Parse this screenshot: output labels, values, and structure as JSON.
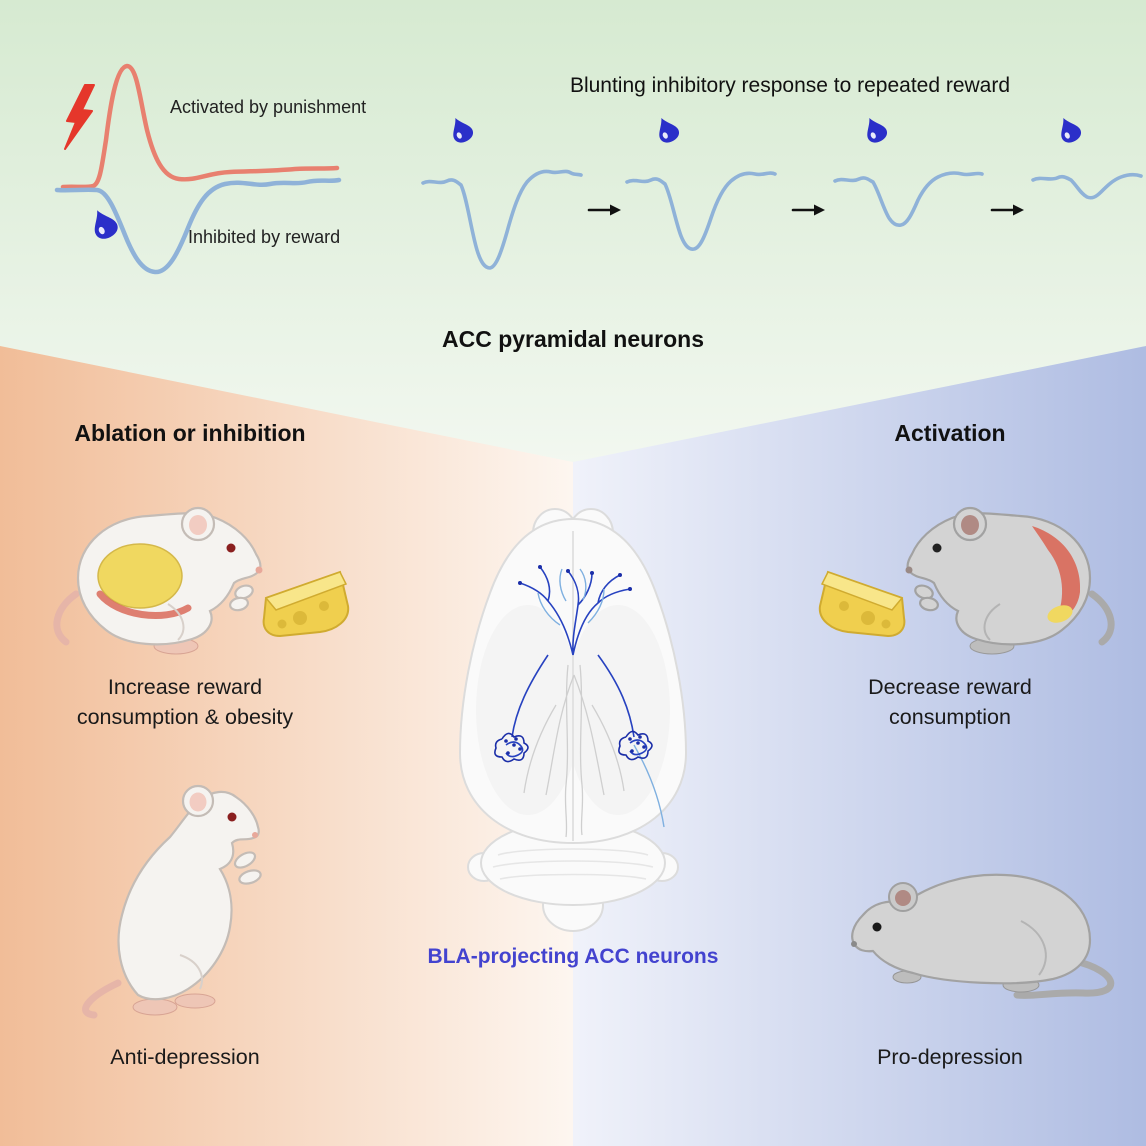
{
  "figure": {
    "top": {
      "punishment_label": "Activated by punishment",
      "reward_label": "Inhibited by reward",
      "blunting_title": "Blunting inhibitory response to repeated reward",
      "acc_label": "ACC pyramidal neurons"
    },
    "left": {
      "heading": "Ablation or inhibition",
      "outcome_reward": "Increase reward consumption & obesity",
      "outcome_mood": "Anti-depression"
    },
    "right": {
      "heading": "Activation",
      "outcome_reward": "Decrease reward consumption",
      "outcome_mood": "Pro-depression"
    },
    "center": {
      "projection_label": "BLA-projecting ACC neurons"
    }
  },
  "icons": {
    "lightning": "lightning-bolt (punishment)",
    "drop": "liquid-drop (reward)",
    "arrow": "right-arrow (repetition)"
  },
  "colors": {
    "punishment_trace": "#e8806f",
    "reward_trace": "#8fb2d8",
    "drop_blue": "#2b2fc9",
    "lightning_red": "#e5372b",
    "green_bg": "#d6ead1",
    "orange_bg": "#f1bd98",
    "blue_bg": "#aebce2",
    "bla_label": "#4343cf",
    "neuron_blue": "#2742c0",
    "white_mouse": "#f5f3f0",
    "gray_mouse": "#d3d3d3",
    "cheese_yellow": "#f0cf4e",
    "patch_yellow": "#f0d860",
    "patch_red": "#d96a5a"
  }
}
